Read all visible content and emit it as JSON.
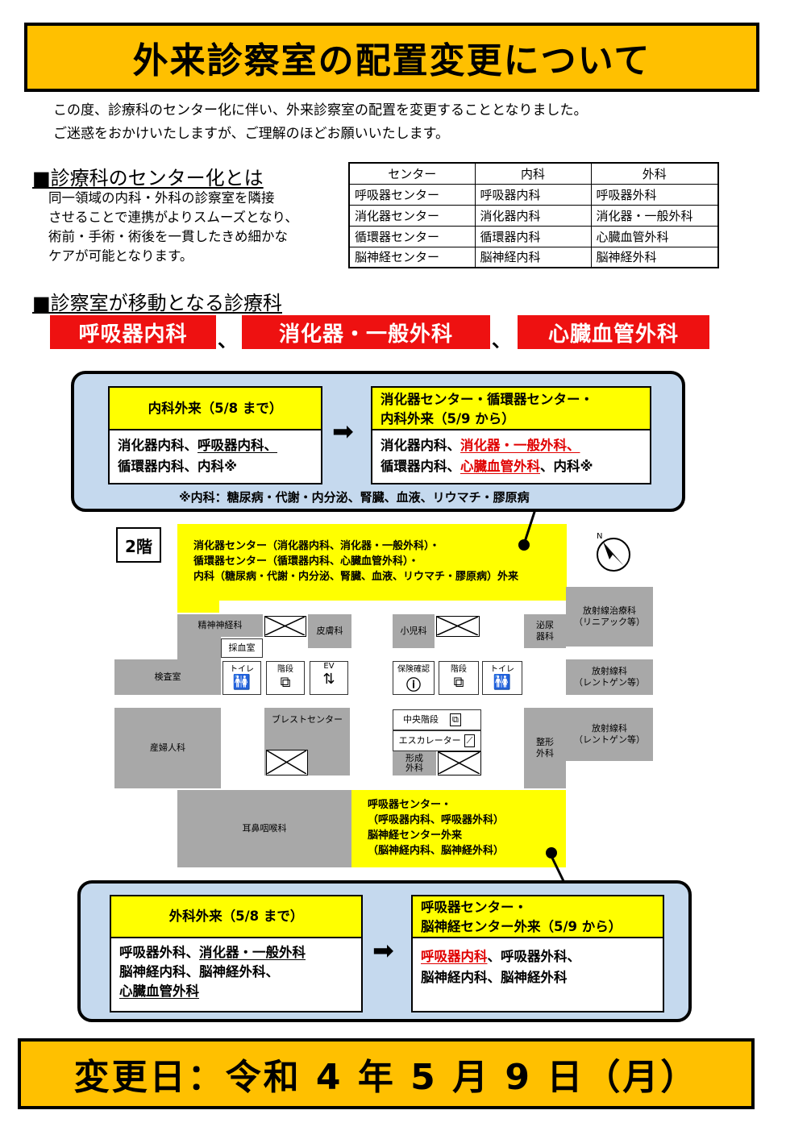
{
  "title": "外来診察室の配置変更について",
  "intro": {
    "line1": "この度、診療科のセンター化に伴い、外来診察室の配置を変更することとなりました。",
    "line2": "ご迷惑をおかけいたしますが、ご理解のほどお願いいたします。"
  },
  "center_section": {
    "heading": "■診療科のセンター化とは",
    "desc": [
      "同一領域の内科・外科の診察室を隣接",
      "させることで連携がよりスムーズとなり、",
      "術前・手術・術後を一貫したきめ細かな",
      "ケアが可能となります。"
    ]
  },
  "table": {
    "headers": [
      "センター",
      "内科",
      "外科"
    ],
    "rows": [
      [
        "呼吸器センター",
        "呼吸器内科",
        "呼吸器外科"
      ],
      [
        "消化器センター",
        "消化器内科",
        "消化器・一般外科"
      ],
      [
        "循環器センター",
        "循環器内科",
        "心臓血管外科"
      ],
      [
        "脳神経センター",
        "脳神経内科",
        "脳神経外科"
      ]
    ]
  },
  "moving_section": {
    "heading": "■診察室が移動となる診療科",
    "tags": [
      "呼吸器内科",
      "消化器・一般外科",
      "心臓血管外科"
    ],
    "separator": "、"
  },
  "top_panel": {
    "before_head": "内科外来（5/8 まで）",
    "before_line1_a": "消化器内科、",
    "before_line1_b": "呼吸器内科、",
    "before_line2": "循環器内科、内科※",
    "after_head1": "消化器センター・循環器センター・",
    "after_head2": "内科外来（5/9 から）",
    "after_line1_a": "消化器内科、",
    "after_line1_b": "消化器・一般外科、",
    "after_line2_a": "循環器内科、",
    "after_line2_b": "心臓血管外科",
    "after_line2_c": "、内科※",
    "note": "※内科：糖尿病・代謝・内分泌、腎臓、血液、リウマチ・膠原病"
  },
  "bottom_panel": {
    "before_head": "外科外来（5/8 まで）",
    "before_line1_a": "呼吸器外科、",
    "before_line1_b": "消化器・一般外科",
    "before_line2": "脳神経内科、脳神経外科、",
    "before_line3": "心臓血管外科",
    "after_head1": "呼吸器センター・",
    "after_head2": "脳神経センター外来（5/9 から）",
    "after_line1_a": "呼吸器内科",
    "after_line1_b": "、呼吸器外科、",
    "after_line2": "脳神経内科、脳神経外科"
  },
  "floor_map": {
    "floor_label": "2階",
    "top_yellow": [
      "消化器センター（消化器内科、消化器・一般外科）・",
      "循環器センター（循環器内科、心臓血管外科）・",
      "内科（糖尿病・代謝・内分泌、腎臓、血液、リウマチ・膠原病）外来"
    ],
    "bottom_yellow": [
      "呼吸器センター・",
      "（呼吸器内科、呼吸器外科）",
      "脳神経センター外来",
      "（脳神経内科、脳神経外科）"
    ],
    "rooms": {
      "psychiatry": "精神神経科",
      "dermatology": "皮膚科",
      "pediatrics": "小児科",
      "urology": "泌尿\n器科",
      "radiotherapy": "放射線治療科\n（リニアック等）",
      "blood_draw": "採血室",
      "lab": "検査室",
      "toilet1": "トイレ",
      "stairs1": "階段",
      "ev": "EV",
      "insurance": "保険確認",
      "stairs2": "階段",
      "toilet2": "トイレ",
      "radiology1": "放射線科\n（レントゲン等）",
      "obgyn": "産婦人科",
      "breast": "ブレストセンター",
      "central_stairs": "中央階段",
      "escalator": "エスカレーター",
      "plastic": "形成\n外科",
      "ortho": "整形\n外科",
      "radiology2": "放射線科\n（レントゲン等）",
      "ent": "耳鼻咽喉科"
    }
  },
  "change_date": "変更日：令和 4 年 5 月 9 日（月）"
}
